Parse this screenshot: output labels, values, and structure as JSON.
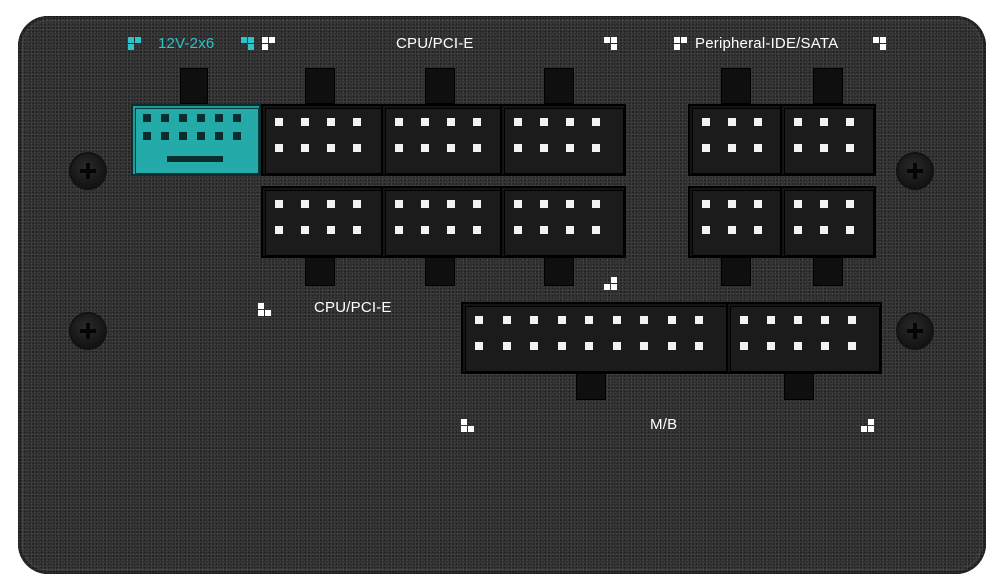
{
  "labels": {
    "top_12v": "12V-2x6",
    "top_cpu_pcie": "CPU/PCI-E",
    "top_peripheral": "Peripheral-IDE/SATA",
    "mid_cpu_pcie": "CPU/PCI-E",
    "mb": "M/B"
  },
  "colors": {
    "panel": "#2c2c2e",
    "connector": "#141414",
    "accent_12v": "#2bc4c9",
    "label_text": "#ffffff"
  },
  "icons": {
    "screw": "phillips-screw-icon",
    "corner_mark": "corner-bracket-icon"
  }
}
